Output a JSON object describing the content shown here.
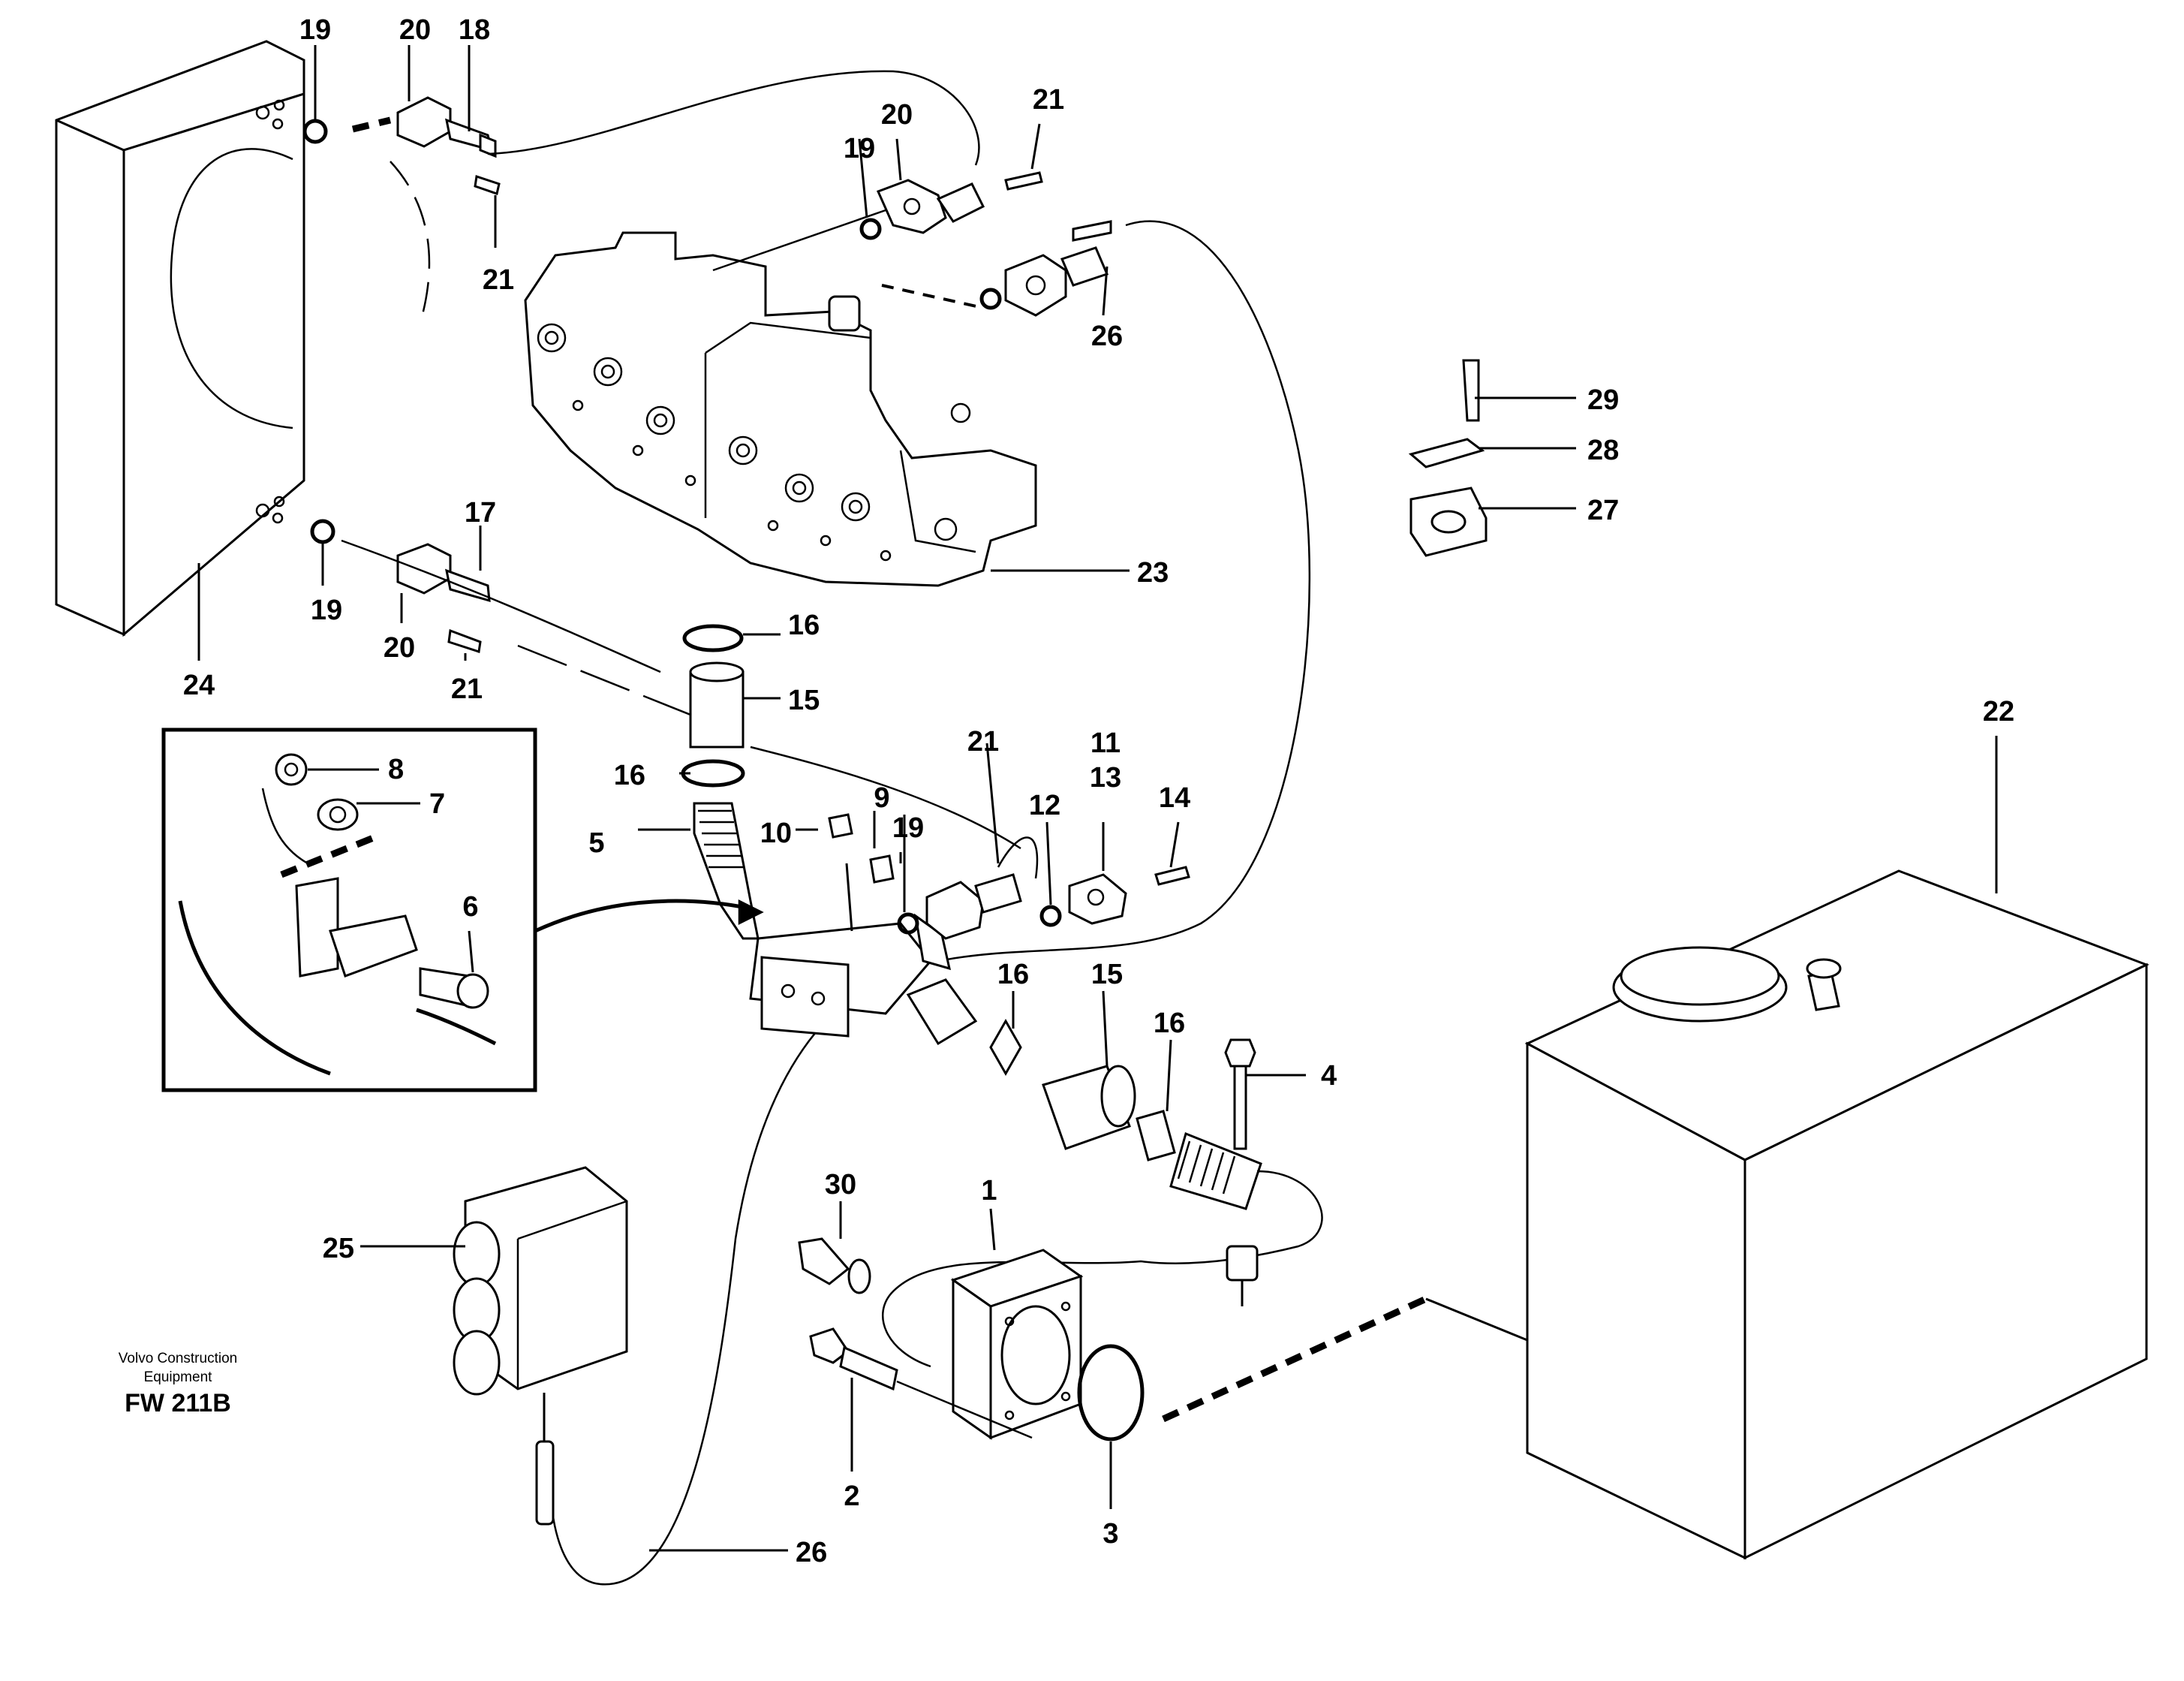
{
  "callouts": {
    "c1": "1",
    "c2": "2",
    "c3": "3",
    "c4": "4",
    "c5": "5",
    "c6": "6",
    "c7": "7",
    "c8": "8",
    "c9": "9",
    "c10": "10",
    "c11": "11",
    "c12": "12",
    "c13": "13",
    "c14": "14",
    "c15a": "15",
    "c15b": "15",
    "c16a": "16",
    "c16b": "16",
    "c16c": "16",
    "c16d": "16",
    "c17": "17",
    "c18": "18",
    "c19a": "19",
    "c19b": "19",
    "c19c": "19",
    "c19d": "19",
    "c20a": "20",
    "c20b": "20",
    "c20c": "20",
    "c21a": "21",
    "c21b": "21",
    "c21c": "21",
    "c21d": "21",
    "c22": "22",
    "c23": "23",
    "c24": "24",
    "c25": "25",
    "c26a": "26",
    "c26b": "26",
    "c27": "27",
    "c28": "28",
    "c29": "29",
    "c30": "30"
  },
  "footer": {
    "line1": "Volvo Construction",
    "line2": "Equipment",
    "code": "FW 211B"
  }
}
